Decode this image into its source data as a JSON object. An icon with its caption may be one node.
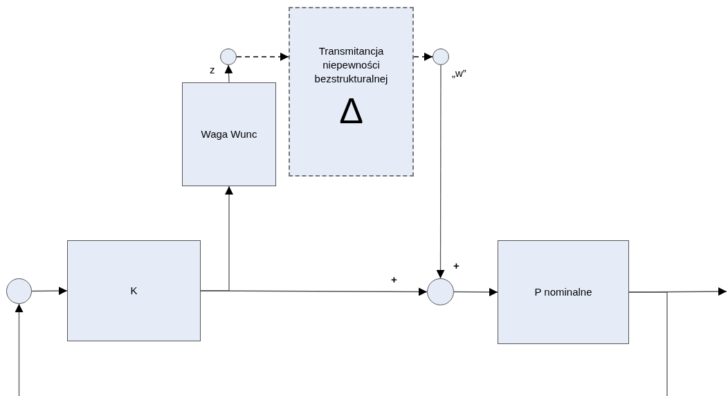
{
  "diagram": {
    "nodes": [
      {
        "text": [],
        "shape": "circle"
      },
      {
        "text": [
          "K"
        ]
      },
      {
        "text": [
          "Waga Wunc"
        ]
      },
      {
        "text": [],
        "shape": "circle",
        "beside": [
          "z"
        ]
      },
      {
        "text": [
          "Transmitancja niepewności bezstrukturalnej",
          "Δ"
        ]
      },
      {
        "text": [],
        "shape": "circle",
        "beside": [
          "„w”"
        ]
      },
      {
        "text": [],
        "shape": "circle"
      },
      {
        "text": [
          "P nominalne"
        ]
      }
    ],
    "edges": [
      {
        "from": null,
        "to": 0,
        "arrow": "to"
      },
      {
        "from": 0,
        "to": 1,
        "arrow": "to"
      },
      {
        "from": 1,
        "to": 6,
        "arrow": "to"
      },
      {
        "from": 1,
        "to": 2,
        "arrow": "to"
      },
      {
        "from": 2,
        "to": 3,
        "arrow": "to"
      },
      {
        "from": 3,
        "to": 4,
        "arrow": "to",
        "style": "dashed"
      },
      {
        "from": 4,
        "to": 5,
        "arrow": "to",
        "style": "dashed"
      },
      {
        "from": 5,
        "to": 6,
        "arrow": "to"
      },
      {
        "from": 6,
        "to": 7,
        "arrow": "to"
      },
      {
        "from": 7,
        "to": null,
        "arrow": "to"
      },
      {
        "from": 7,
        "to": null,
        "arrow": "none"
      }
    ],
    "labels": [
      "+",
      "+"
    ]
  }
}
